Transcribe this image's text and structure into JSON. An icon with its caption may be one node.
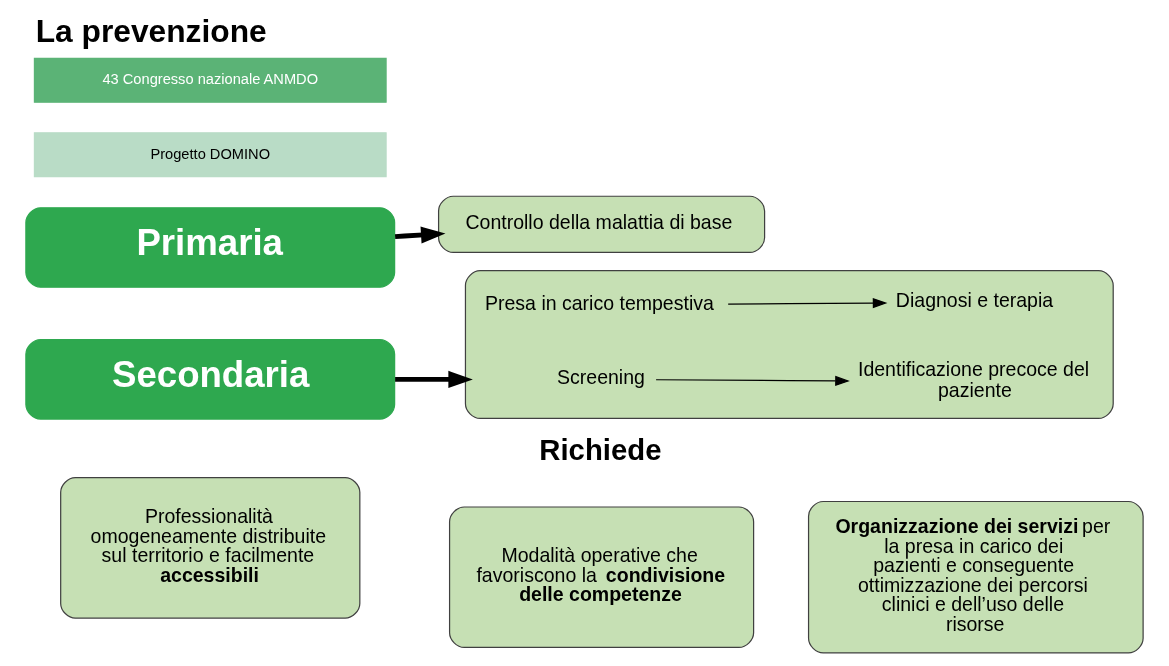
{
  "diagram": {
    "title": "La prevenzione",
    "nodes": [
      {
        "text": [
          "Primaria"
        ]
      },
      {
        "text": [
          "Controllo della malattia di base"
        ]
      },
      {
        "text": [
          "Secondaria"
        ]
      },
      {
        "text": [],
        "shape": "box"
      },
      {
        "text": [
          "Screening"
        ],
        "in": 3
      },
      {
        "text": [
          "Identificazione precoce del paziente"
        ],
        "in": 3
      },
      {
        "text": [
          "Presa in carico tempestiva"
        ],
        "in": 3
      },
      {
        "text": [
          "Diagnosi e terapia"
        ],
        "in": 3
      },
      {
        "text": [
          "Professionalità omogeneamente distribuite sul territorio e facilmente **accessibili**"
        ]
      },
      {
        "text": [
          "Modalità operative che favoriscono la **condivisione delle competenze**"
        ]
      },
      {
        "text": [
          "**Organizzazione dei servizi** per la presa in carico dei pazienti e conseguente ottimizzazione dei percorsi clinici e dell’uso delle risorse"
        ]
      }
    ],
    "edges": [
      {
        "from": 0,
        "to": 1,
        "arrow": "to",
        "style": "thick"
      },
      {
        "from": 2,
        "to": 3,
        "arrow": "to",
        "style": "thick"
      },
      {
        "from": 4,
        "to": 5,
        "arrow": "to"
      },
      {
        "from": 6,
        "to": 7,
        "arrow": "to"
      }
    ],
    "labels": [
      "43 Congresso nazionale ANMDO",
      "Progetto DOMINO",
      "Richiede"
    ]
  }
}
